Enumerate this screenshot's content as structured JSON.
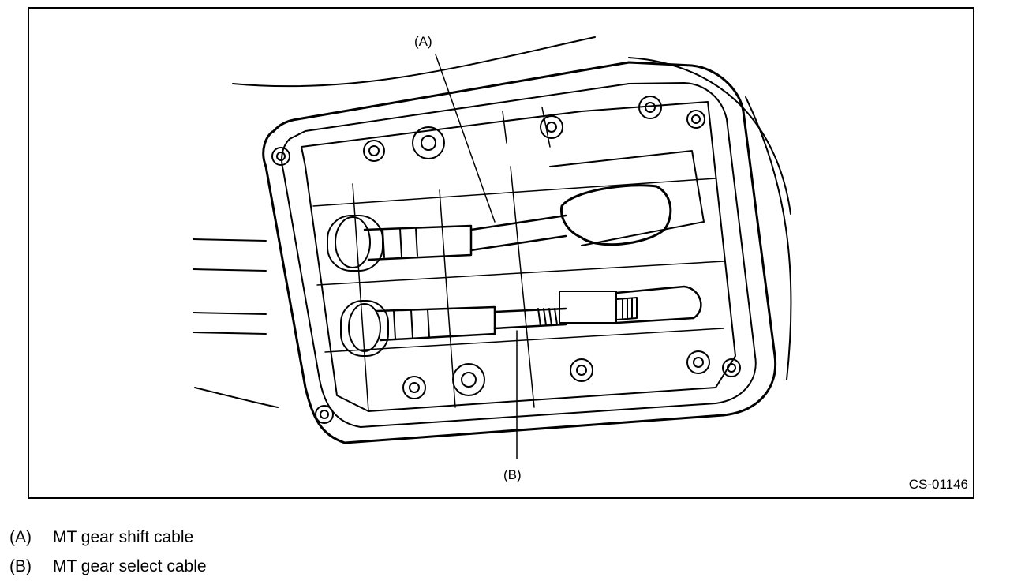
{
  "diagram": {
    "callouts": [
      {
        "id": "A",
        "text": "(A)"
      },
      {
        "id": "B",
        "text": "(B)"
      }
    ],
    "figure_code": "CS-01146"
  },
  "legend": [
    {
      "key": "(A)",
      "label": "MT gear shift cable"
    },
    {
      "key": "(B)",
      "label": "MT gear select cable"
    }
  ]
}
